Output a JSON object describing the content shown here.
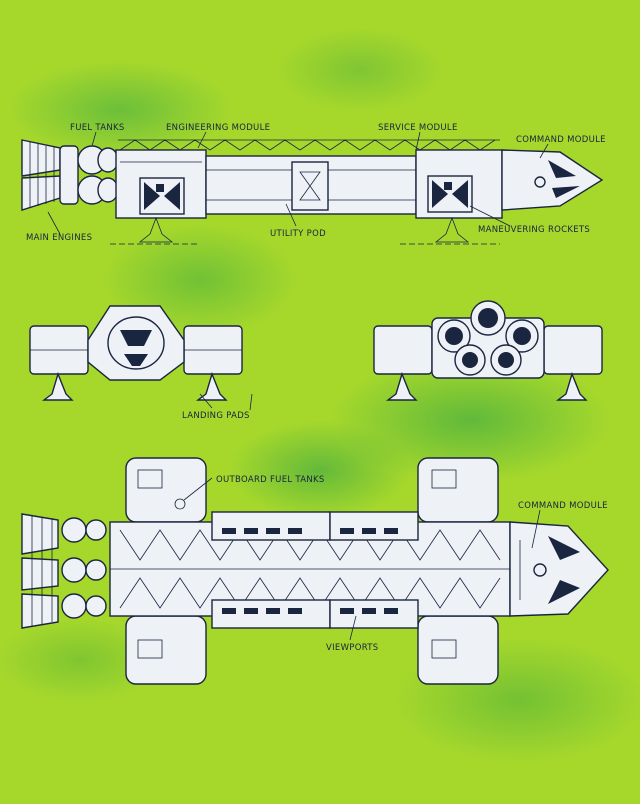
{
  "labels": {
    "fuel_tanks": "FUEL TANKS",
    "engineering_module": "ENGINEERING MODULE",
    "service_module": "SERVICE MODULE",
    "command_module_top": "COMMAND MODULE",
    "main_engines": "MAIN ENGINES",
    "utility_pod": "UTILITY POD",
    "maneuvering_rockets": "MANEUVERING ROCKETS",
    "landing_pads": "LANDING PADS",
    "outboard_fuel_tanks": "OUTBOARD FUEL TANKS",
    "command_module_bottom": "COMMAND MODULE",
    "viewports": "VIEWPORTS"
  },
  "colors": {
    "background": "#a6d82c",
    "ink": "#1a2540",
    "hull": "#eef1f6"
  }
}
